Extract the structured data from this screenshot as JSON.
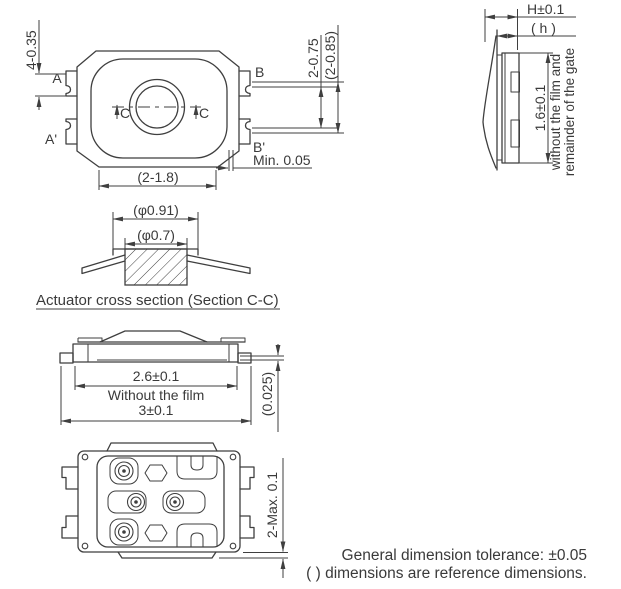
{
  "drawing": {
    "top_view": {
      "labels": {
        "a": "A",
        "a_prime": "A'",
        "b": "B",
        "b_prime": "B'",
        "c_left": "C",
        "c_right": "C"
      },
      "dims": {
        "terminal_width": "4-0.35",
        "body_bottom_width": "(2-1.8)",
        "terminal_span": "2-0.75",
        "terminal_span_ref": "(2-0.85)",
        "min_clearance": "Min. 0.05"
      }
    },
    "side_view": {
      "dims": {
        "total_height": "H±0.1",
        "height_ref": "( h )",
        "body_height": "1.6±0.1"
      },
      "note_line1": "without the film and",
      "note_line2": "remainder of the gate"
    },
    "actuator_section": {
      "dims": {
        "outer_dia": "(φ0.91)",
        "inner_dia": "(φ0.7)"
      },
      "caption": "Actuator cross section (Section C-C)"
    },
    "front_view": {
      "dims": {
        "body_width": "2.6±0.1",
        "without_film_label": "Without the film",
        "total_width": "3±0.1",
        "film_thickness": "(0.025)"
      }
    },
    "bottom_view": {
      "dims": {
        "tab_protrusion": "2-Max. 0.1"
      }
    },
    "notes": {
      "general_tolerance": "General dimension tolerance: ±0.05",
      "reference_note": "( ) dimensions are reference dimensions."
    },
    "colors": {
      "line": "#3f3f3f",
      "text": "#3a3a3a",
      "background": "#ffffff"
    }
  }
}
